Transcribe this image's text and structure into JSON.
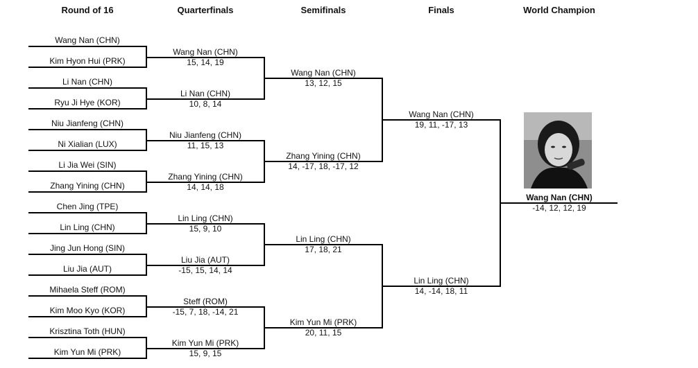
{
  "headers": [
    "Round of 16",
    "Quarterfinals",
    "Semifinals",
    "Finals",
    "World Champion"
  ],
  "round_of_16": [
    "Wang Nan (CHN)",
    "Kim Hyon Hui (PRK)",
    "Li Nan (CHN)",
    "Ryu Ji Hye (KOR)",
    "Niu Jianfeng (CHN)",
    "Ni Xialian (LUX)",
    "Li Jia Wei (SIN)",
    "Zhang Yining (CHN)",
    "Chen Jing (TPE)",
    "Lin Ling (CHN)",
    "Jing  Jun Hong (SIN)",
    "Liu Jia (AUT)",
    "Mihaela Steff (ROM)",
    "Kim Moo Kyo (KOR)",
    "Krisztina Toth (HUN)",
    "Kim Yun Mi (PRK)"
  ],
  "quarterfinals": [
    {
      "name": "Wang Nan (CHN)",
      "score": "15, 14, 19"
    },
    {
      "name": "Li Nan (CHN)",
      "score": "10, 8, 14"
    },
    {
      "name": "Niu Jianfeng (CHN)",
      "score": "11, 15, 13"
    },
    {
      "name": "Zhang Yining (CHN)",
      "score": "14, 14, 18"
    },
    {
      "name": "Lin Ling (CHN)",
      "score": "15, 9, 10"
    },
    {
      "name": "Liu Jia (AUT)",
      "score": "-15, 15, 14, 14"
    },
    {
      "name": "Steff (ROM)",
      "score": "-15, 7, 18, -14, 21"
    },
    {
      "name": "Kim Yun Mi (PRK)",
      "score": "15, 9, 15"
    }
  ],
  "semifinals": [
    {
      "name": "Wang Nan (CHN)",
      "score": "13, 12, 15"
    },
    {
      "name": "Zhang Yining (CHN)",
      "score": "14, -17, 18, -17, 12"
    },
    {
      "name": "Lin Ling (CHN)",
      "score": "17, 18, 21"
    },
    {
      "name": "Kim Yun Mi (PRK)",
      "score": "20, 11, 15"
    }
  ],
  "finals": [
    {
      "name": "Wang Nan (CHN)",
      "score": "19, 11, -17, 13"
    },
    {
      "name": "Lin Ling (CHN)",
      "score": "14, -14, 18, 11"
    }
  ],
  "champion": {
    "name": "Wang Nan (CHN)",
    "score": "-14, 12, 12, 19"
  }
}
